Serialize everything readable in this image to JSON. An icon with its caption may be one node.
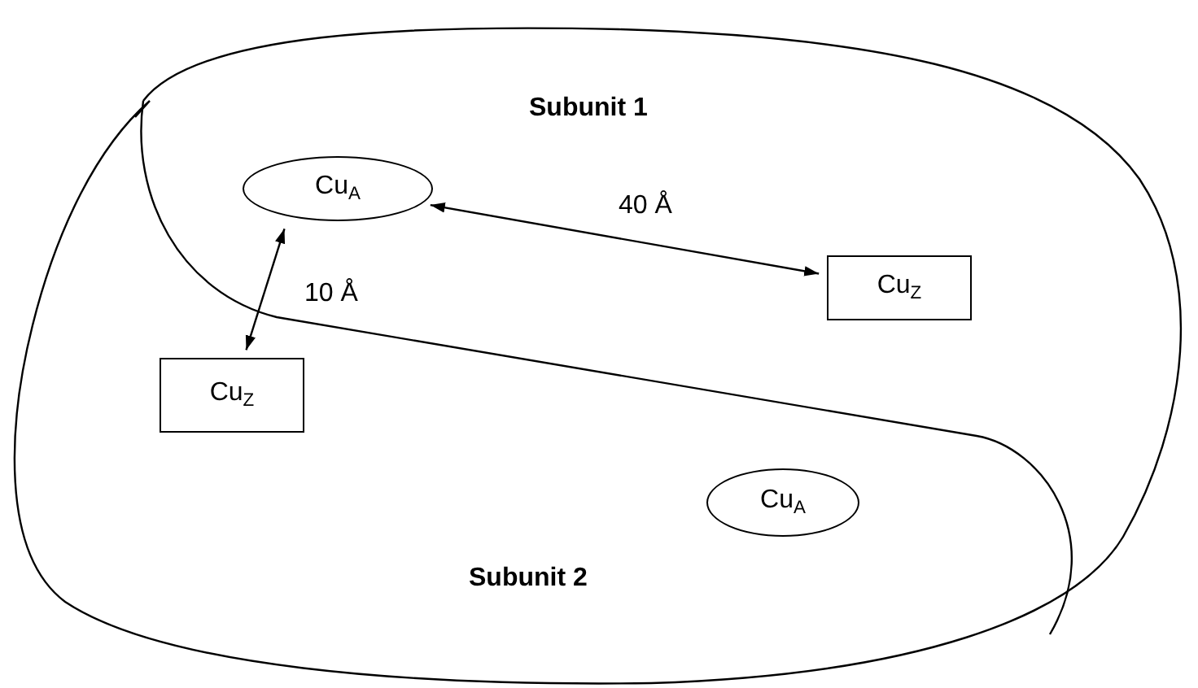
{
  "diagram": {
    "nodes": [
      {
        "text": [
          "Cu$_{A}$"
        ]
      },
      {
        "text": [
          "Cu$_{Z}$"
        ]
      },
      {
        "text": [
          "Cu$_{Z}$"
        ]
      },
      {
        "text": [
          "Cu$_{A}$"
        ]
      }
    ],
    "edges": [
      {
        "from": 0,
        "to": 1,
        "arrow": "both",
        "label": "40 Å"
      },
      {
        "from": 0,
        "to": 2,
        "arrow": "both",
        "label": "10 Å"
      }
    ],
    "labels": [
      "Subunit 1",
      "Subunit 2"
    ]
  }
}
